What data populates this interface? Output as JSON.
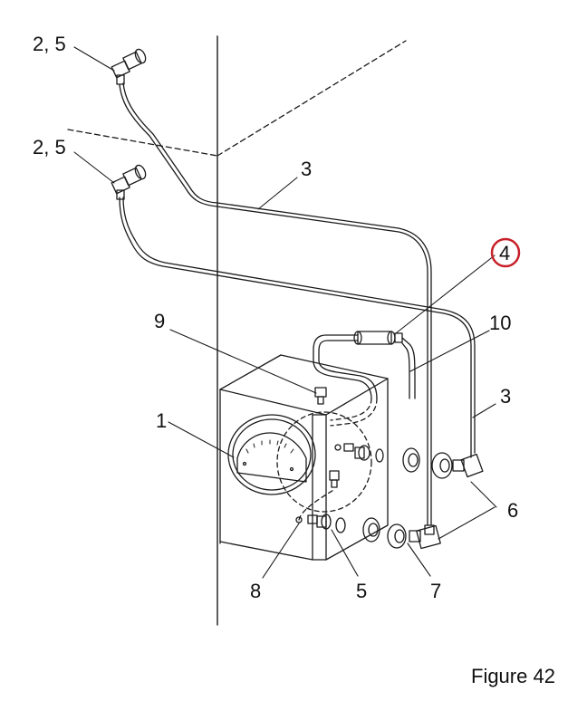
{
  "figure": {
    "caption": "Figure 42",
    "highlight_color": "#c8202a",
    "line_color": "#1a1a1a"
  },
  "callouts": [
    {
      "id": "c-2-5-top",
      "text": "2, 5"
    },
    {
      "id": "c-2-5-mid",
      "text": "2, 5"
    },
    {
      "id": "c-3-top",
      "text": "3"
    },
    {
      "id": "c-4",
      "text": "4",
      "highlighted": true
    },
    {
      "id": "c-9",
      "text": "9"
    },
    {
      "id": "c-10",
      "text": "10"
    },
    {
      "id": "c-3-right",
      "text": "3"
    },
    {
      "id": "c-1",
      "text": "1"
    },
    {
      "id": "c-6",
      "text": "6"
    },
    {
      "id": "c-8",
      "text": "8"
    },
    {
      "id": "c-5",
      "text": "5"
    },
    {
      "id": "c-7",
      "text": "7"
    }
  ]
}
